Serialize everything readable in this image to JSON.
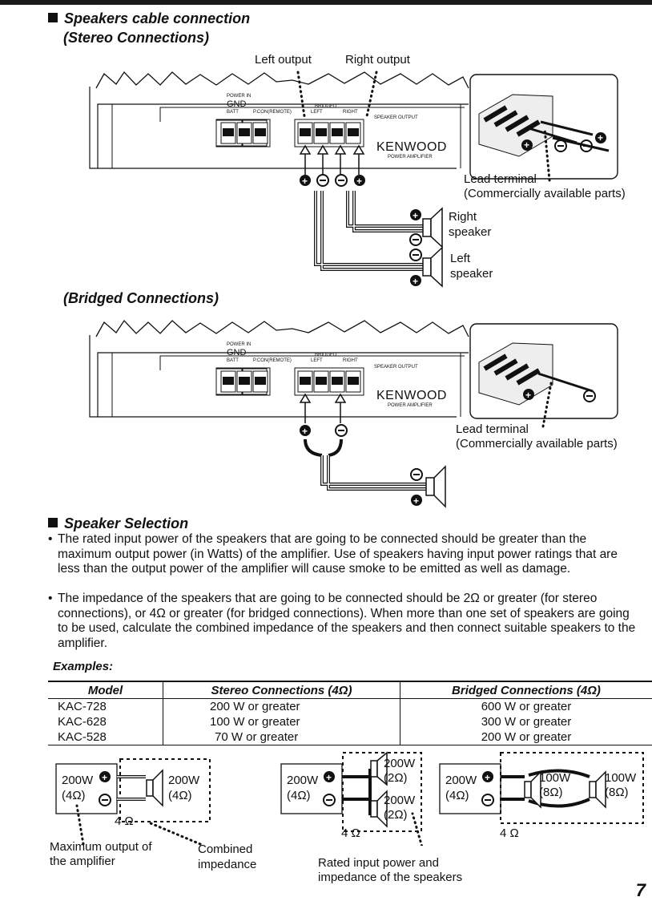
{
  "section1": {
    "title": "Speakers cable connection",
    "subtitle": "(Stereo Connections)"
  },
  "stereo": {
    "left_output": "Left output",
    "right_output": "Right output",
    "lead_terminal": "Lead terminal",
    "lead_terminal_note": "(Commercially available parts)",
    "right_speaker_1": "Right",
    "right_speaker_2": "speaker",
    "left_speaker_1": "Left",
    "left_speaker_2": "speaker"
  },
  "bridged": {
    "subtitle": "(Bridged Connections)",
    "lead_terminal": "Lead terminal",
    "lead_terminal_note": "(Commercially available parts)"
  },
  "amp": {
    "power_in": "POWER IN",
    "gnd": "GND",
    "batt": "BATT",
    "pcon": "P.CON(REMOTE)",
    "bridged": "BRIDGED",
    "left": "LEFT",
    "right": "RIGHT",
    "speaker_output": "SPEAKER OUTPUT",
    "brand": "KENWOOD",
    "model_label": "POWER AMPLIFIER"
  },
  "selection": {
    "title": "Speaker Selection",
    "bullet1": "The rated input power of the speakers that are going to be connected should be greater than the maximum output power (in Watts) of the amplifier. Use of speakers having input power ratings that are less than the output power of the amplifier will cause smoke to be emitted as well as damage.",
    "bullet2": "The impedance of the speakers that are going to be connected should be 2Ω or greater (for stereo connections), or 4Ω or greater (for bridged connections). When more than one set of speakers are going to be used, calculate the combined impedance of the speakers and then connect suitable speakers to the amplifier."
  },
  "examples": {
    "title": "Examples:",
    "headers": [
      "Model",
      "Stereo Connections (4Ω)",
      "Bridged Connections (4Ω)"
    ],
    "rows": [
      [
        "KAC-728",
        "200 W or greater",
        "600 W or greater"
      ],
      [
        "KAC-628",
        "100 W or greater",
        "300 W or greater"
      ],
      [
        "KAC-528",
        "70 W or greater",
        "200 W or greater"
      ]
    ]
  },
  "impedance_examples": {
    "ex1_amp_w": "200W",
    "ex1_amp_ohm": "(4Ω)",
    "ex1_spk_w": "200W",
    "ex1_spk_ohm": "(4Ω)",
    "ex1_total": "4 Ω",
    "ex2_amp_w": "200W",
    "ex2_amp_ohm": "(4Ω)",
    "ex2_spk1_w": "200W",
    "ex2_spk1_ohm": "(2Ω)",
    "ex2_spk2_w": "200W",
    "ex2_spk2_ohm": "(2Ω)",
    "ex2_total": "4 Ω",
    "ex3_amp_w": "200W",
    "ex3_amp_ohm": "(4Ω)",
    "ex3_spk1_w": "100W",
    "ex3_spk1_ohm": "(8Ω)",
    "ex3_spk2_w": "100W",
    "ex3_spk2_ohm": "(8Ω)",
    "ex3_total": "4 Ω",
    "max_output_1": "Maximum output of",
    "max_output_2": "the amplifier",
    "combined_1": "Combined",
    "combined_2": "impedance",
    "rated_1": "Rated input power and",
    "rated_2": "impedance of the speakers"
  },
  "page_number": "7",
  "colors": {
    "ink": "#111111",
    "wire": "#222222"
  }
}
